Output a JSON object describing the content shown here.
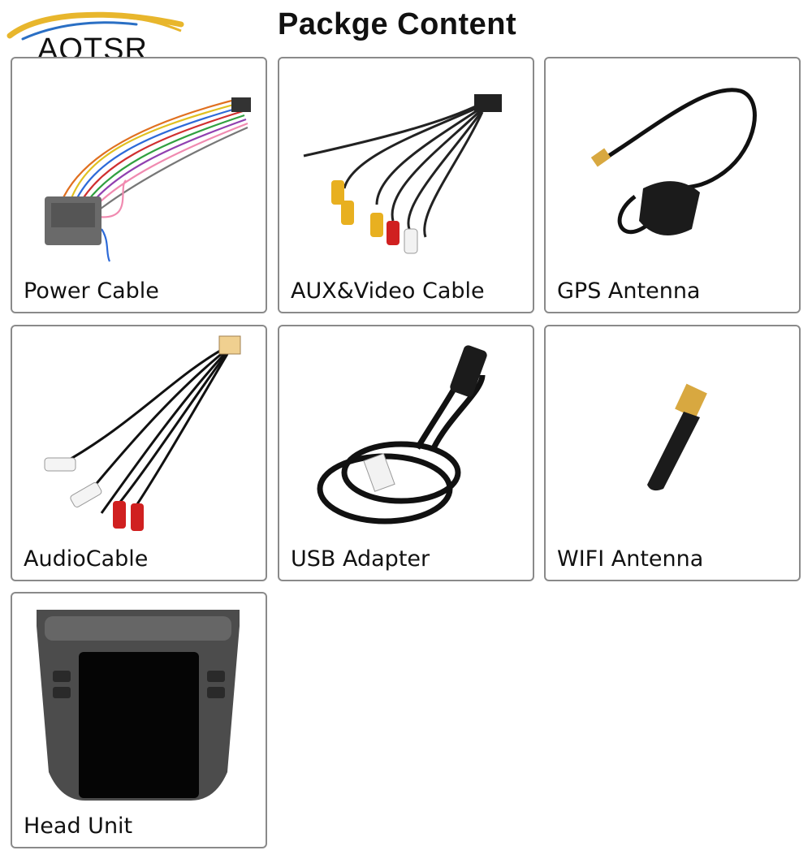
{
  "brand": {
    "name": "AOTSR",
    "accent_colors": [
      "#e8b62c",
      "#2a6fc4"
    ]
  },
  "page": {
    "title": "Packge Content"
  },
  "items": [
    {
      "label": "Power Cable",
      "icon": "power-cable-icon"
    },
    {
      "label": "AUX&Video Cable",
      "icon": "aux-video-cable-icon"
    },
    {
      "label": "GPS Antenna",
      "icon": "gps-antenna-icon"
    },
    {
      "label": "AudioCable",
      "icon": "audio-cable-icon"
    },
    {
      "label": "USB Adapter",
      "icon": "usb-adapter-icon"
    },
    {
      "label": "WIFI Antenna",
      "icon": "wifi-antenna-icon"
    },
    {
      "label": "Head Unit",
      "icon": "head-unit-icon"
    }
  ]
}
